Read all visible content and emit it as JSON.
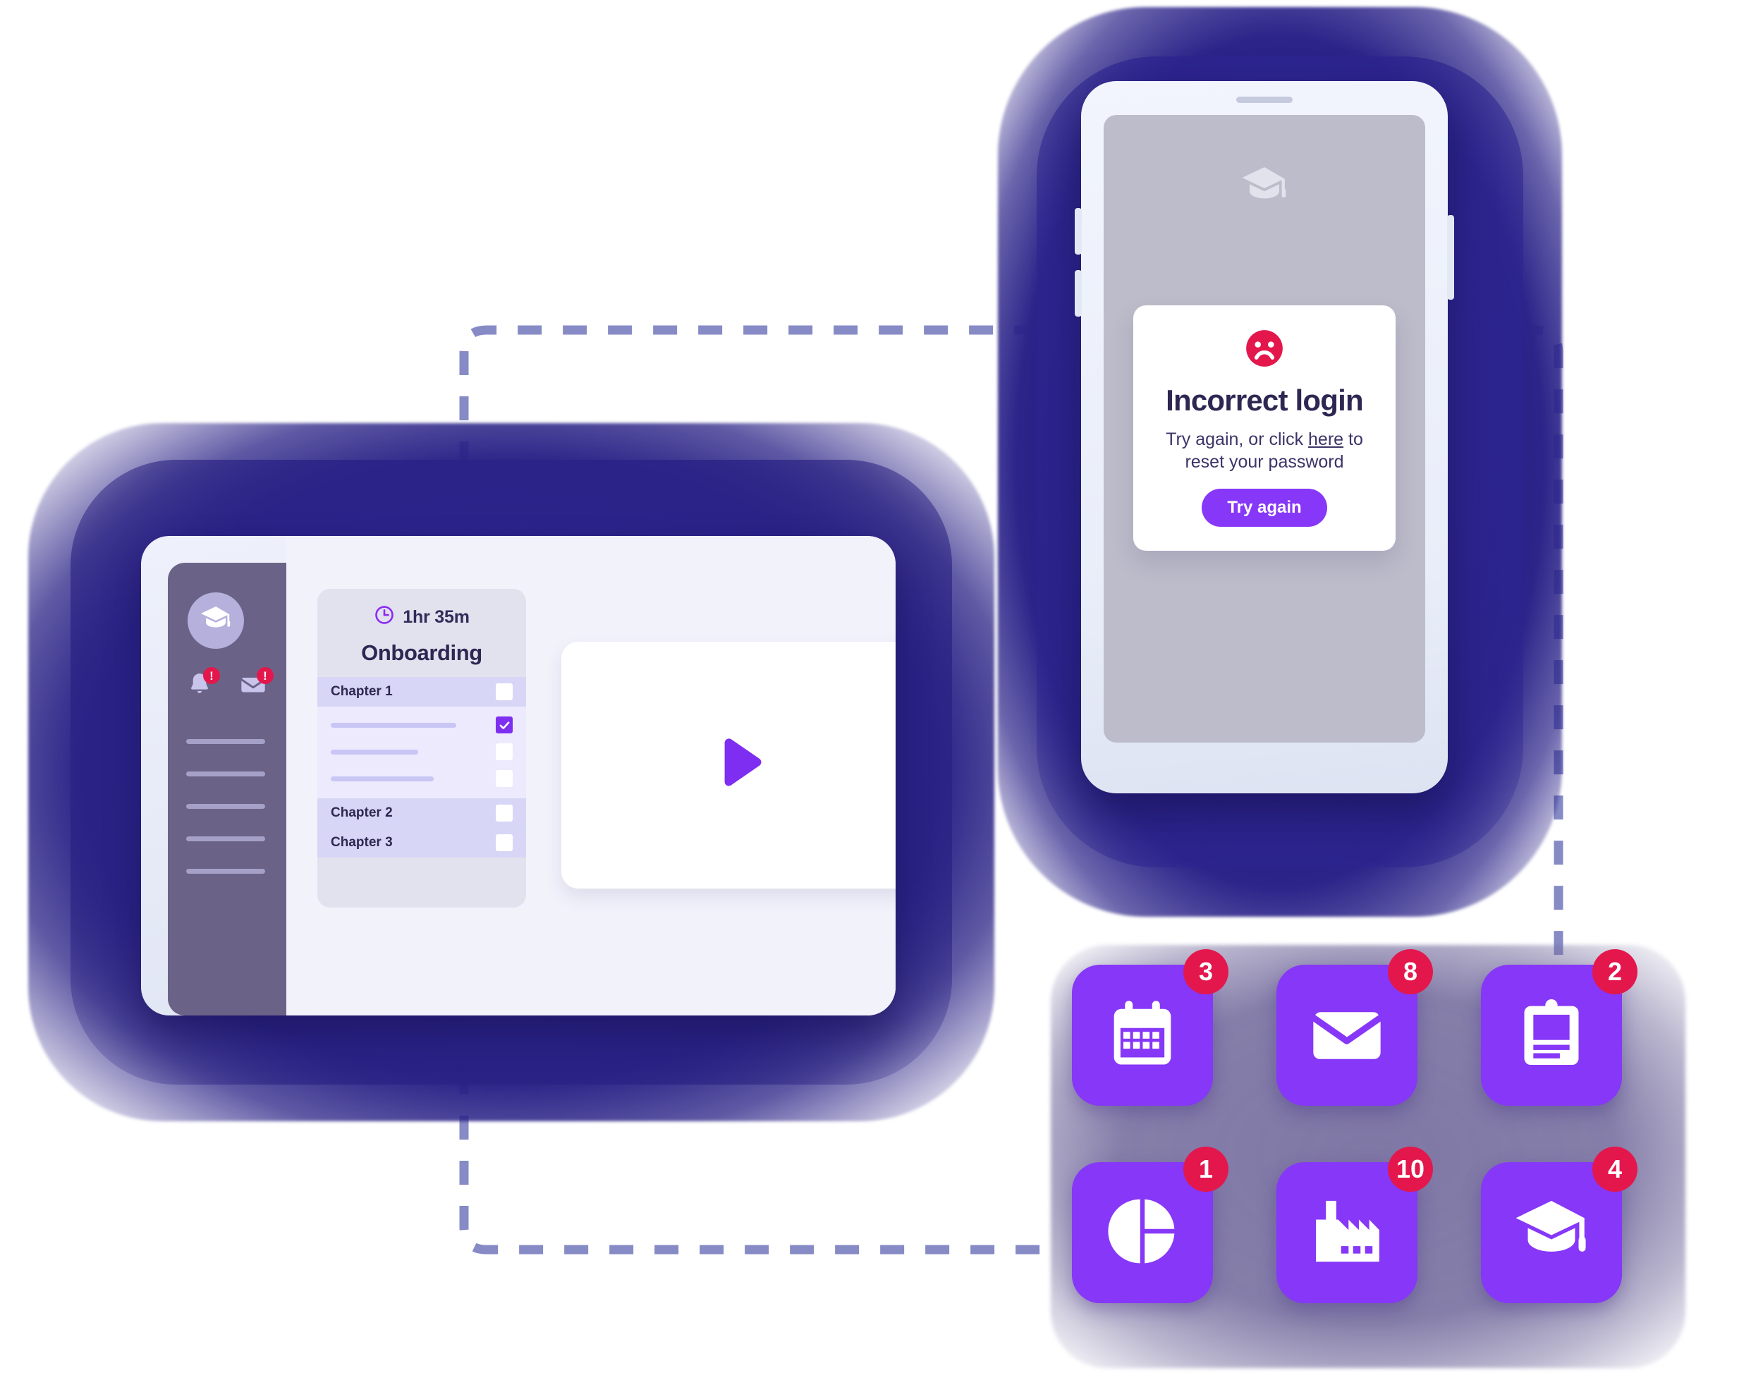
{
  "laptop": {
    "sidebar": {
      "avatar_icon": "graduation-cap-icon",
      "notification_icon": "bell-icon",
      "notification_badge": "!",
      "mail_icon": "envelope-icon",
      "mail_badge": "!",
      "nav_placeholder_count": 5
    },
    "course_card": {
      "clock_icon": "clock-icon",
      "duration": "1hr 35m",
      "title": "Onboarding",
      "rows": [
        {
          "label": "Chapter 1",
          "checked": false,
          "type": "chapter"
        },
        {
          "label": "",
          "checked": true,
          "type": "lesson",
          "width": 178
        },
        {
          "label": "",
          "checked": false,
          "type": "lesson",
          "width": 124
        },
        {
          "label": "",
          "checked": false,
          "type": "lesson",
          "width": 146
        },
        {
          "label": "Chapter 2",
          "checked": false,
          "type": "chapter"
        },
        {
          "label": "Chapter 3",
          "checked": false,
          "type": "chapter"
        }
      ]
    },
    "video": {
      "play_icon": "play-icon"
    }
  },
  "phone": {
    "app_icon": "graduation-cap-icon",
    "dialog": {
      "status_icon": "sad-face-icon",
      "heading": "Incorrect login",
      "body_before": "Try again, or click ",
      "body_link": "here",
      "body_after": " to reset your password",
      "button_label": "Try again"
    }
  },
  "app_grid": {
    "apps": [
      {
        "icon": "calendar-icon",
        "badge": "3"
      },
      {
        "icon": "envelope-icon",
        "badge": "8"
      },
      {
        "icon": "clipboard-icon",
        "badge": "2"
      },
      {
        "icon": "pie-chart-icon",
        "badge": "1"
      },
      {
        "icon": "factory-icon",
        "badge": "10"
      },
      {
        "icon": "graduation-cap-icon",
        "badge": "4"
      }
    ]
  },
  "colors": {
    "accent_purple": "#8637f7",
    "deep_purple": "#7d2ef0",
    "badge_red": "#e3174c",
    "navy_glow": "#2b2388",
    "dark_text": "#2e2752",
    "sidebar": "#6b6387",
    "dash_line": "#868bc6",
    "phone_screen": "#bdbcca"
  }
}
